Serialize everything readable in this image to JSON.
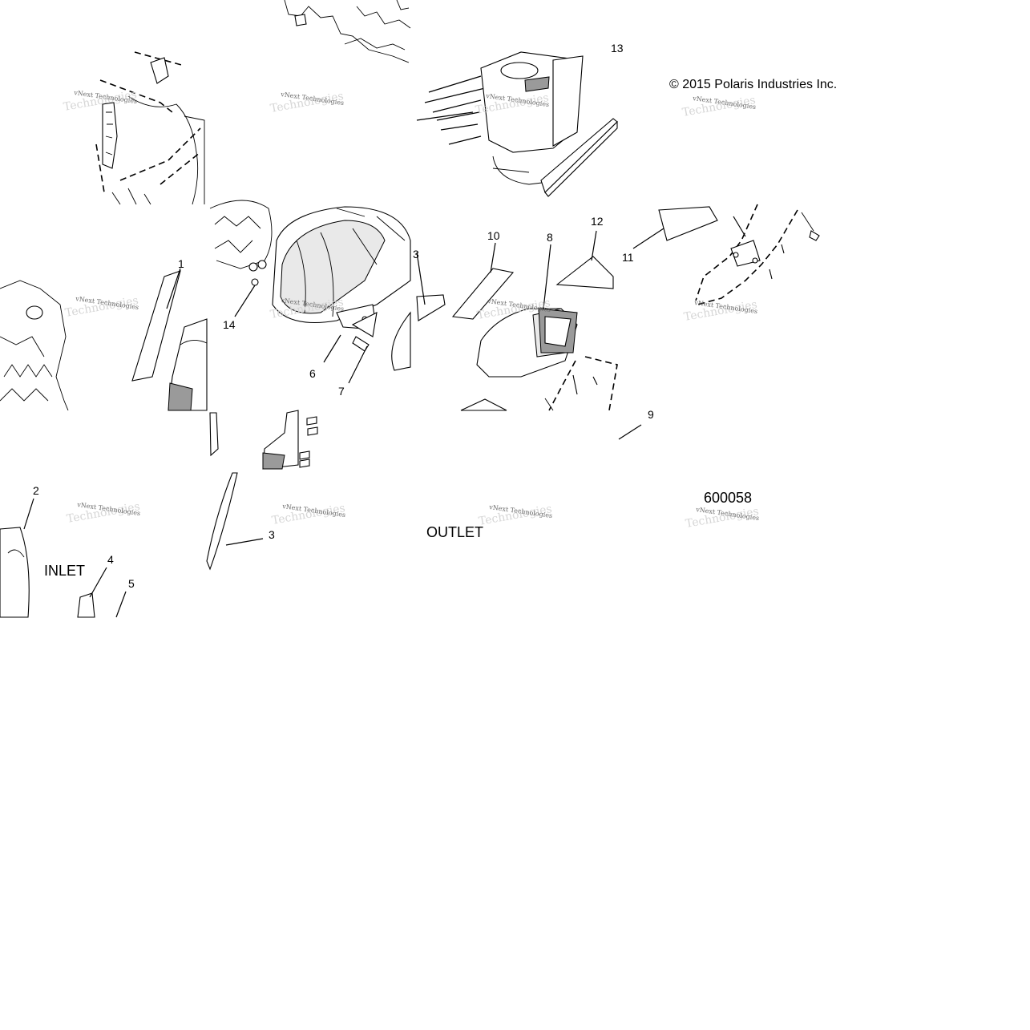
{
  "copyright": "© 2015 Polaris Industries Inc.",
  "diagram_number": "600058",
  "labels": {
    "inlet": "INLET",
    "outlet": "OUTLET"
  },
  "callouts": {
    "c1": "1",
    "c2": "2",
    "c3a": "3",
    "c3b": "3",
    "c4": "4",
    "c5": "5",
    "c6": "6",
    "c7": "7",
    "c8": "8",
    "c9": "9",
    "c10": "10",
    "c11": "11",
    "c12": "12",
    "c13": "13",
    "c14": "14"
  },
  "watermark": {
    "line1": "vNext Technologies",
    "line2": "Technologies"
  }
}
